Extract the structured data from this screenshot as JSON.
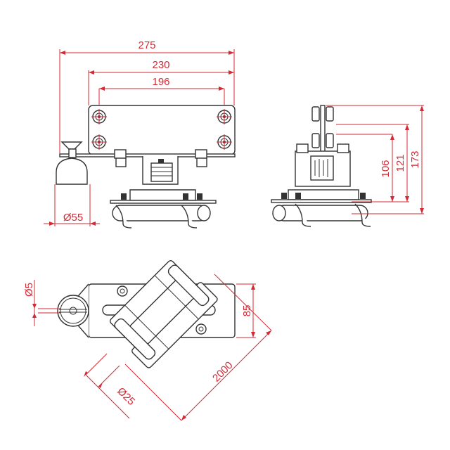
{
  "drawing": {
    "title": "Trolley technical drawing",
    "line_color": "#333333",
    "dimension_color": "#d42a36",
    "views": {
      "front": {
        "dimensions": {
          "overall_width": "275",
          "plate_width": "230",
          "hole_spacing": "196",
          "diameter_bottle": "Ø55"
        }
      },
      "side": {
        "dimensions": {
          "height_lower": "106",
          "height_mid": "121",
          "height_total": "173"
        }
      },
      "top": {
        "dimensions": {
          "diameter_small": "Ø5",
          "width": "85",
          "length": "2000",
          "diameter_pipe": "Ø25"
        }
      }
    }
  }
}
